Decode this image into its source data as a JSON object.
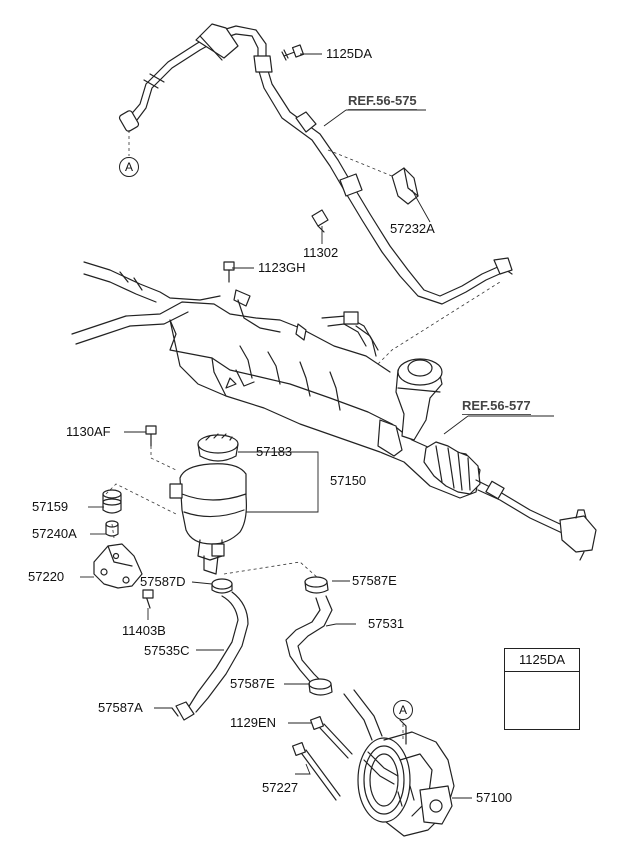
{
  "parts": {
    "p1125DA_top": "1125DA",
    "ref_56_575": "REF.56-575",
    "p57232A": "57232A",
    "p11302": "11302",
    "p1123GH": "1123GH",
    "ref_56_577": "REF.56-577",
    "p1130AF": "1130AF",
    "p57183": "57183",
    "p57150": "57150",
    "p57159": "57159",
    "p57240A": "57240A",
    "p57220": "57220",
    "p57587D": "57587D",
    "p57587E_upper": "57587E",
    "p11403B": "11403B",
    "p57531": "57531",
    "p57535C": "57535C",
    "p57587E_lower": "57587E",
    "p57587A": "57587A",
    "p1129EN": "1129EN",
    "p57227": "57227",
    "p57100": "57100"
  },
  "callouts": {
    "top": "A",
    "pump": "A"
  },
  "inset": {
    "label": "1125DA"
  }
}
